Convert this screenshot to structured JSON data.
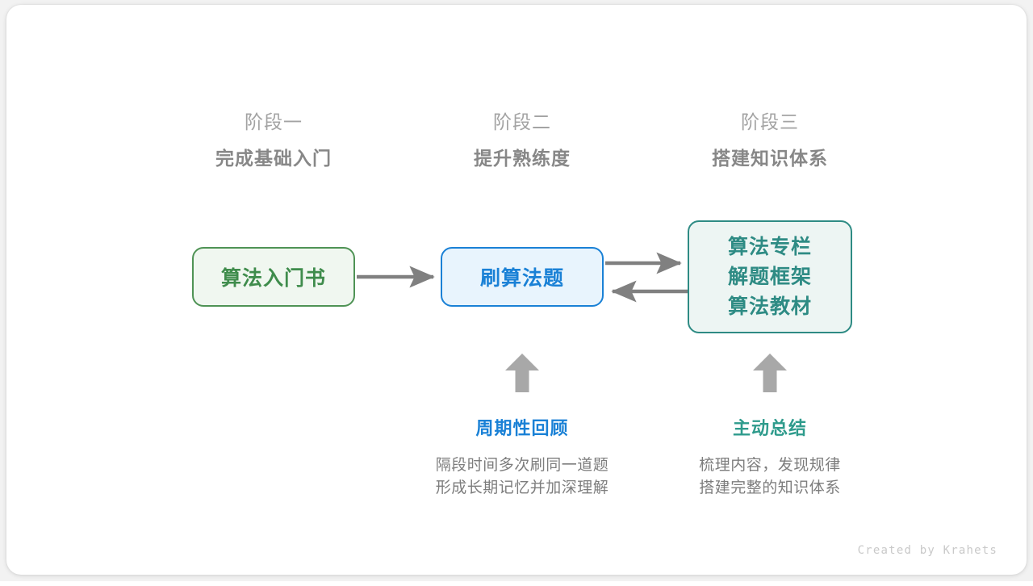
{
  "diagram": {
    "phases": [
      {
        "stage_label": "阶段一",
        "title": "完成基础入门"
      },
      {
        "stage_label": "阶段二",
        "title": "提升熟练度"
      },
      {
        "stage_label": "阶段三",
        "title": "搭建知识体系"
      }
    ],
    "nodes": {
      "book": {
        "label": "算法入门书",
        "border_color": "#4f9355",
        "fill_color": "#f0f7f0",
        "text_color": "#3f8c4c"
      },
      "practice": {
        "label": "刷算法题",
        "border_color": "#1a81d6",
        "fill_color": "#e8f4fd",
        "text_color": "#1a81d6"
      },
      "resources": {
        "lines": [
          "算法专栏",
          "解题框架",
          "算法教材"
        ],
        "border_color": "#2e8b84",
        "fill_color": "#edf5f3",
        "text_color": "#2e8b84"
      }
    },
    "connectors": [
      {
        "name": "book-to-practice",
        "direction": "right",
        "color": "#808080"
      },
      {
        "name": "practice-to-resources",
        "direction": "right",
        "color": "#808080"
      },
      {
        "name": "resources-to-practice",
        "direction": "left",
        "color": "#808080"
      },
      {
        "name": "review-up",
        "direction": "up",
        "color": "#a8a8a8"
      },
      {
        "name": "summary-up",
        "direction": "up",
        "color": "#a8a8a8"
      }
    ],
    "annotations": [
      {
        "title": "周期性回顾",
        "title_color": "#1a81d6",
        "desc_lines": [
          "隔段时间多次刷同一道题",
          "形成长期记忆并加深理解"
        ]
      },
      {
        "title": "主动总结",
        "title_color": "#2e9b8c",
        "desc_lines": [
          "梳理内容，发现规律",
          "搭建完整的知识体系"
        ]
      }
    ],
    "footer": {
      "credit": "Created by Krahets"
    }
  }
}
